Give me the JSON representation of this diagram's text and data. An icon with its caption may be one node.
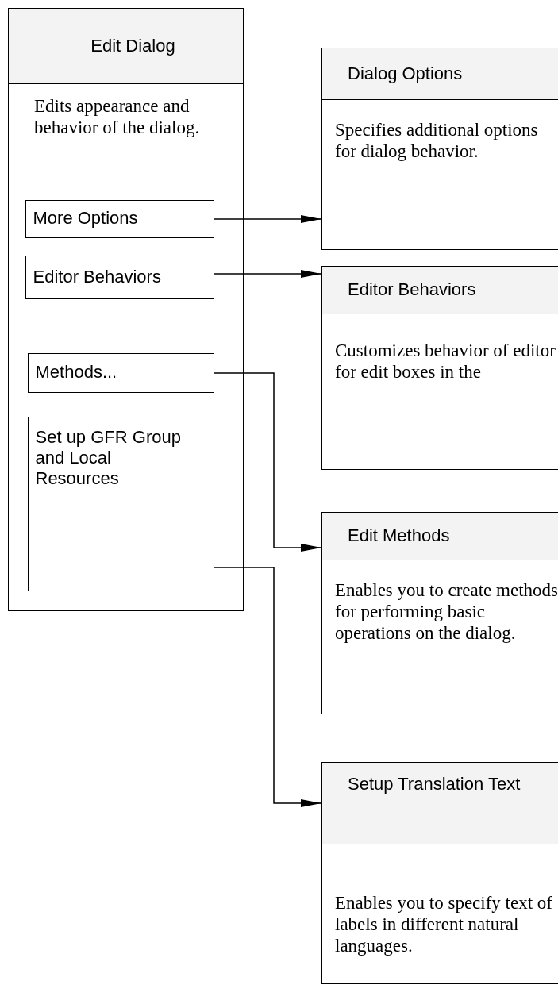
{
  "diagram": {
    "nodes": [
      {
        "text": [
          "Edit Dialog",
          "Edits appearance and behavior of the dialog."
        ]
      },
      {
        "text": [
          "More Options"
        ],
        "in": 0
      },
      {
        "text": [
          "Editor Behaviors"
        ],
        "in": 0
      },
      {
        "text": [
          "Methods..."
        ],
        "in": 0
      },
      {
        "text": [
          "Set up GFR Group and Local Resources"
        ],
        "in": 0
      },
      {
        "text": [
          "Dialog Options",
          "Specifies additional options for dialog behavior."
        ]
      },
      {
        "text": [
          "Editor Behaviors",
          "Customizes behavior of editor for edit boxes in the"
        ]
      },
      {
        "text": [
          "Edit Methods",
          "Enables you to create methods for performing basic operations on the dialog."
        ]
      },
      {
        "text": [
          "Setup Translation Text",
          "Enables you to specify text of labels in different natural languages."
        ]
      }
    ],
    "edges": [
      {
        "from": 1,
        "to": 5,
        "arrow": "to"
      },
      {
        "from": 2,
        "to": 6,
        "arrow": "to"
      },
      {
        "from": 3,
        "to": 7,
        "arrow": "to"
      },
      {
        "from": 4,
        "to": 8,
        "arrow": "to"
      }
    ]
  }
}
